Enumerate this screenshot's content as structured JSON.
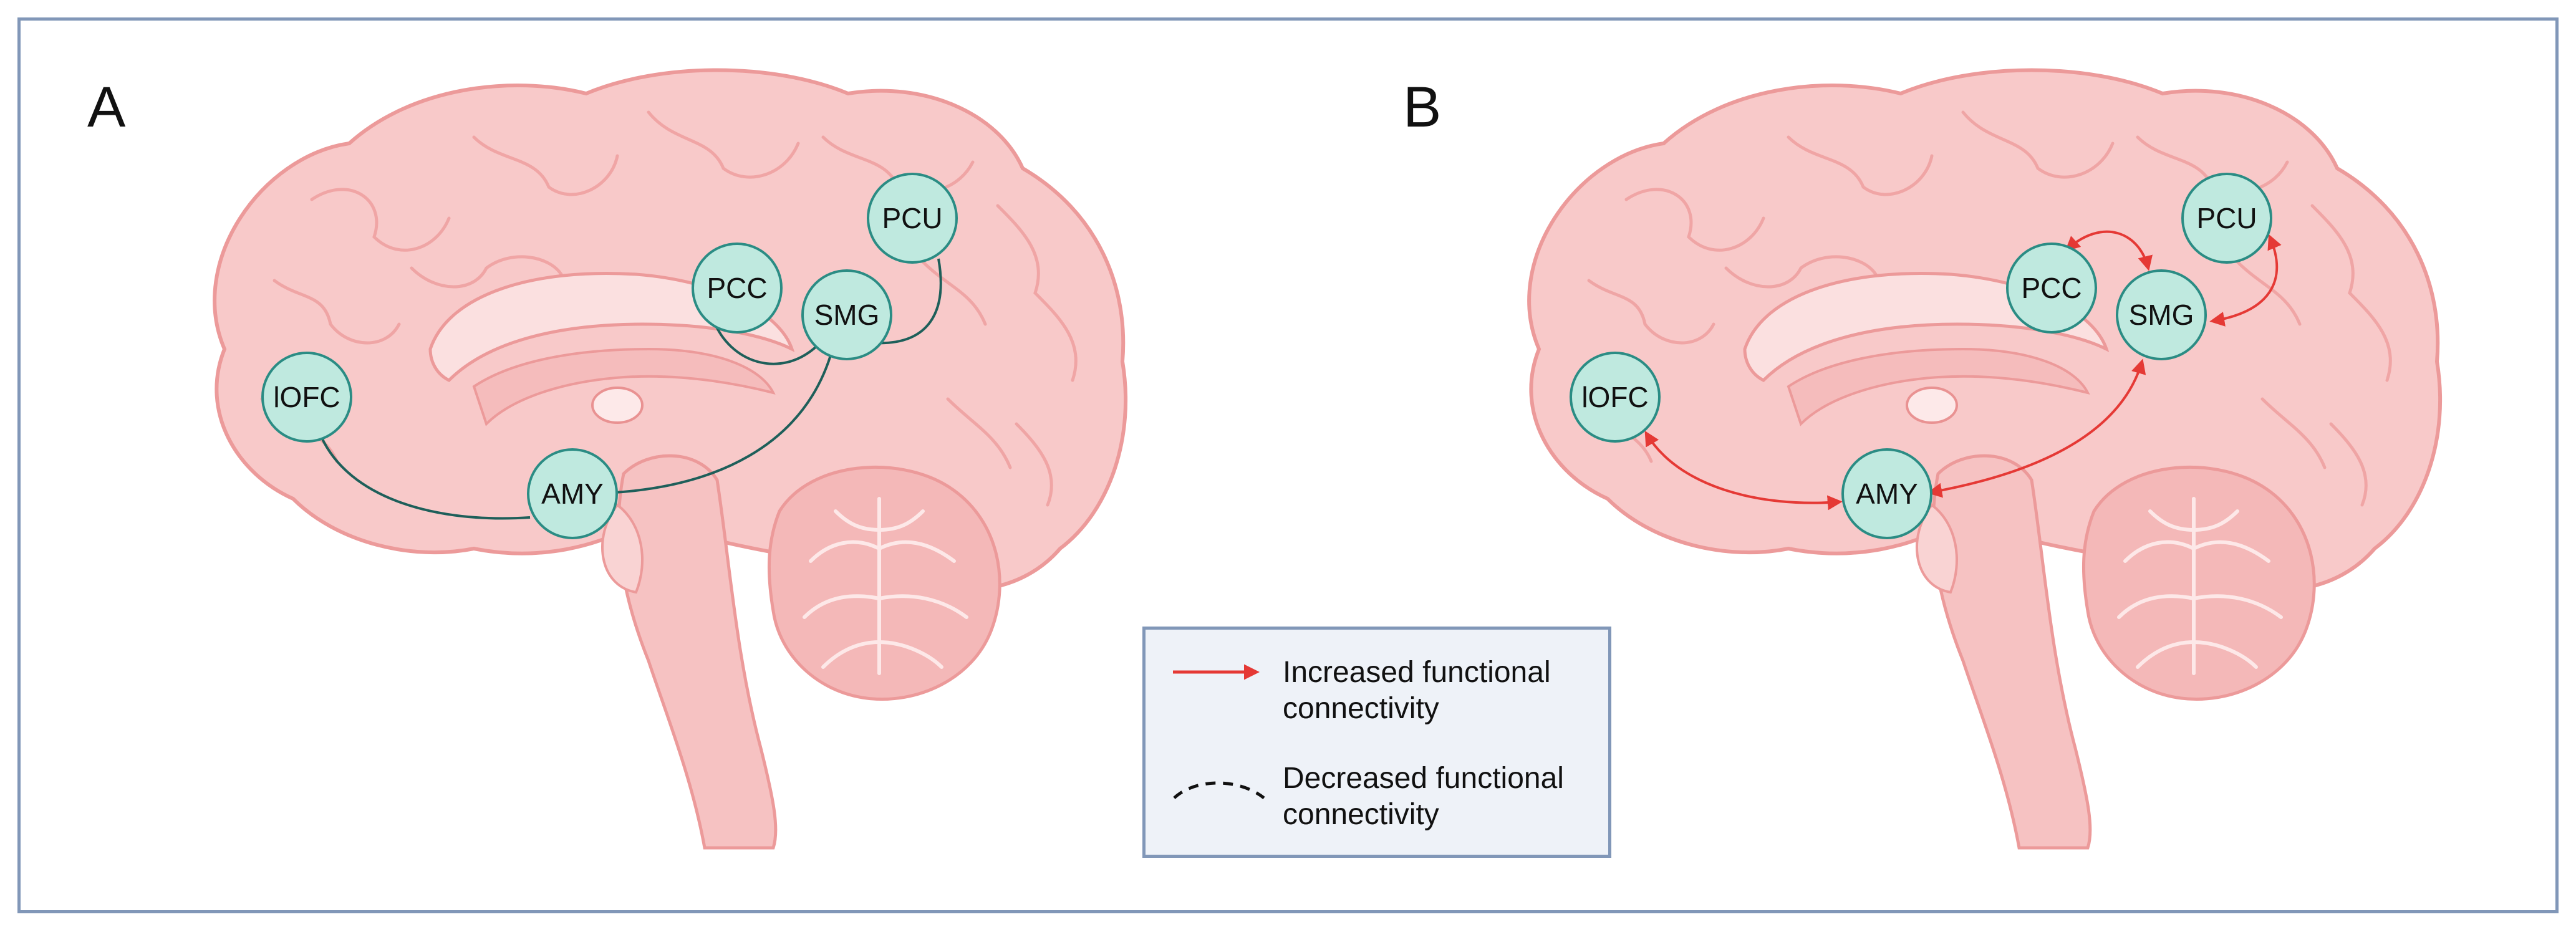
{
  "panels": [
    {
      "letter": "A",
      "nodes": {
        "iofc": "lOFC",
        "amy": "AMY",
        "pcc": "PCC",
        "smg": "SMG",
        "pcu": "PCU"
      }
    },
    {
      "letter": "B",
      "nodes": {
        "iofc": "lOFC",
        "amy": "AMY",
        "pcc": "PCC",
        "smg": "SMG",
        "pcu": "PCU"
      }
    }
  ],
  "legend": {
    "increased": "Increased functional connectivity",
    "decreased": "Decreased functional connectivity"
  },
  "colors": {
    "frame": "#8197b8",
    "brain_fill": "#f8c9c9",
    "brain_stroke": "#ec9a9a",
    "node_fill": "#bfe9df",
    "node_stroke": "#2b8c84",
    "dec_line": "#1e5f5a",
    "inc_line": "#e53935"
  }
}
